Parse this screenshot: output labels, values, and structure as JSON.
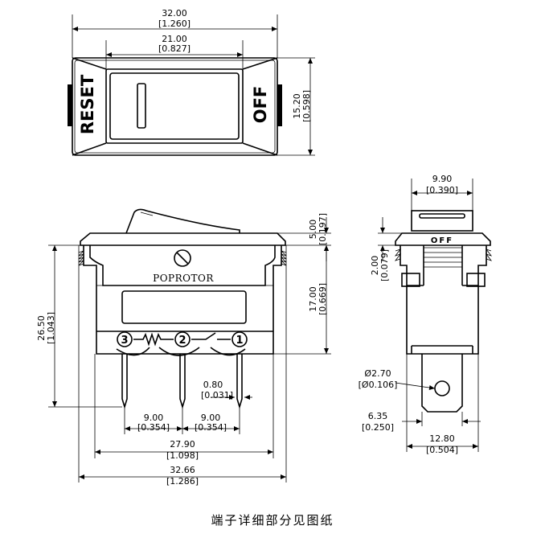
{
  "top_view": {
    "width_mm": "32.00",
    "width_in": "[1.260]",
    "inner_width_mm": "21.00",
    "inner_width_in": "[0.827]",
    "height_mm": "15.20",
    "height_in": "[0.598]",
    "label_left": "RESET",
    "label_right": "OFF"
  },
  "front_view": {
    "brand": "POPROTOR",
    "terminals": [
      "3",
      "2",
      "1"
    ],
    "rocker_height_mm": "5.00",
    "rocker_height_in": "[0.197]",
    "body_height_mm": "17.00",
    "body_height_in": "[0.669]",
    "total_height_mm": "26.50",
    "total_height_in": "[1.043]",
    "pin_thickness_mm": "0.80",
    "pin_thickness_in": "[0.031]",
    "pitch_a_mm": "9.00",
    "pitch_a_in": "[0.354]",
    "pitch_b_mm": "9.00",
    "pitch_b_in": "[0.354]",
    "outer_pin_mm": "27.90",
    "outer_pin_in": "[1.098]",
    "overall_width_mm": "32.66",
    "overall_width_in": "[1.286]"
  },
  "side_view": {
    "top_width_mm": "9.90",
    "top_width_in": "[0.390]",
    "label": "OFF",
    "flange_mm": "2.00",
    "flange_in": "[0.079]",
    "hole_mm": "Ø2.70",
    "hole_in": "[Ø0.106]",
    "tab_width_mm": "6.35",
    "tab_width_in": "[0.250]",
    "body_width_mm": "12.80",
    "body_width_in": "[0.504]"
  },
  "caption": "端子详细部分见图纸"
}
